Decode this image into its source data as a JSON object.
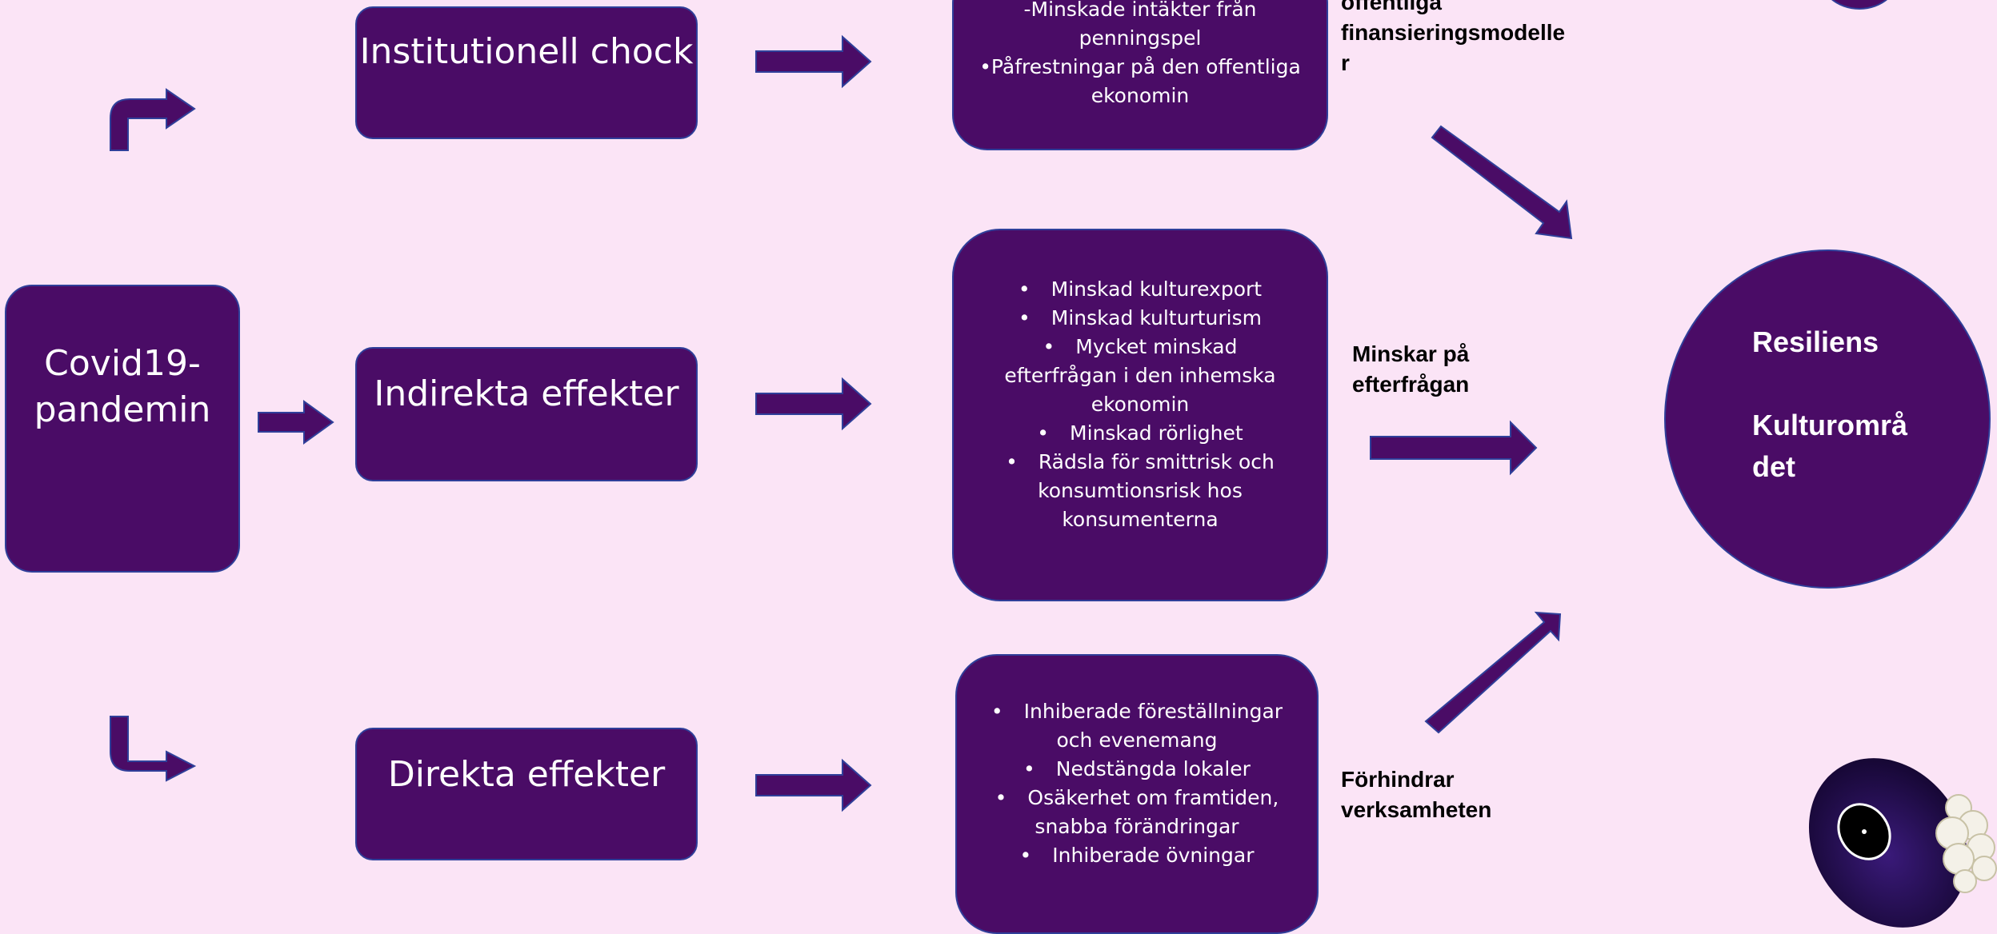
{
  "colors": {
    "background": "#fbe4f6",
    "box_fill": "#4a0c66",
    "box_border": "#2f3f9a",
    "arrow_fill": "#4a0c66"
  },
  "source": {
    "line1": "Covid19-",
    "line2": "pandemin"
  },
  "effects": {
    "institutional": "Institutionell chock",
    "indirect": "Indirekta effekter",
    "direct": "Direkta effekter"
  },
  "institutional_details": {
    "line1": "-Minskade intäkter från",
    "line2": "penningspel",
    "line3": "•Påfrestningar på den offentliga",
    "line4": "ekonomin"
  },
  "indirect_details": [
    "Minskad kulturexport",
    "Minskad kulturturism",
    "Mycket minskad efterfrågan i den inhemska ekonomin",
    "Minskad rörlighet",
    "Rädsla för smittrisk och konsumtionsrisk hos konsumenterna"
  ],
  "direct_details": [
    "Inhiberade föreställningar och evenemang",
    "Nedstängda lokaler",
    "Osäkerhet om framtiden, snabba förändringar",
    "Inhiberade övningar"
  ],
  "labels": {
    "top": {
      "line1": "offentliga",
      "line2": "finansieringsmodelle",
      "line3": "r"
    },
    "middle": {
      "line1": "Minskar på",
      "line2": "efterfrågan"
    },
    "bottom": {
      "line1": "Förhindrar",
      "line2": "verksamheten"
    }
  },
  "target": {
    "line1": "Resiliens",
    "line2": "Kulturområ",
    "line3": "det"
  },
  "decoration": {
    "name": "vinyl-record-and-popcorn-illustration"
  }
}
